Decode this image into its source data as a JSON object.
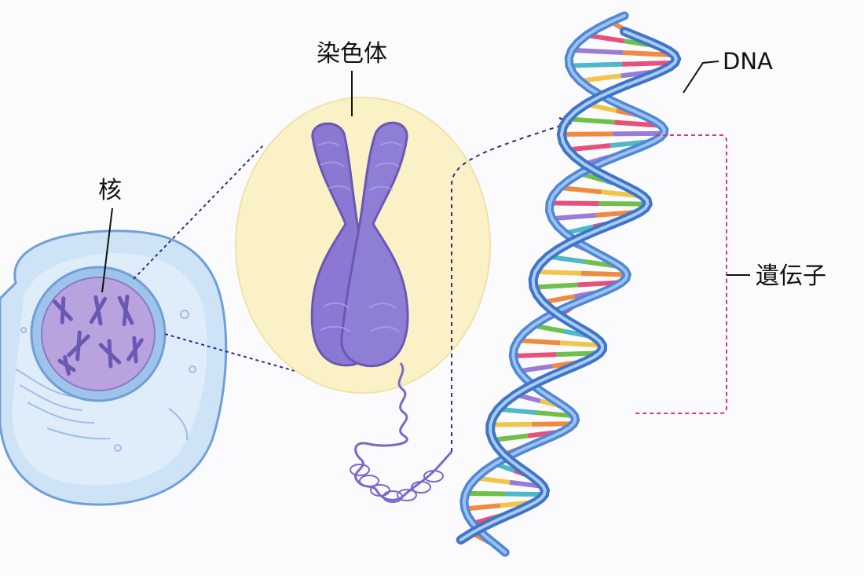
{
  "labels": {
    "nucleus": "核",
    "chromosome": "染色体",
    "dna": "DNA",
    "gene": "遺伝子"
  },
  "colors": {
    "cell_fill": "#cfe3f6",
    "cell_stroke": "#6f9fd6",
    "nucleus_fill": "#b9a3de",
    "nucleus_ring": "#7fb0e0",
    "chromosome": "#8a78d2",
    "chromosome_stroke": "#6a58b4",
    "zoom_circle": "#fbf1c6",
    "dna_backbone": "#4f86d6",
    "dna_backbone_light": "#9cc3f0",
    "connector": "#2f2f80",
    "gene_bracket": "#d63a6a",
    "base_pairs": [
      "#f0c64a",
      "#6fbf4a",
      "#f08a3e",
      "#e8507a",
      "#9b7bd8",
      "#4fb8c8"
    ]
  }
}
